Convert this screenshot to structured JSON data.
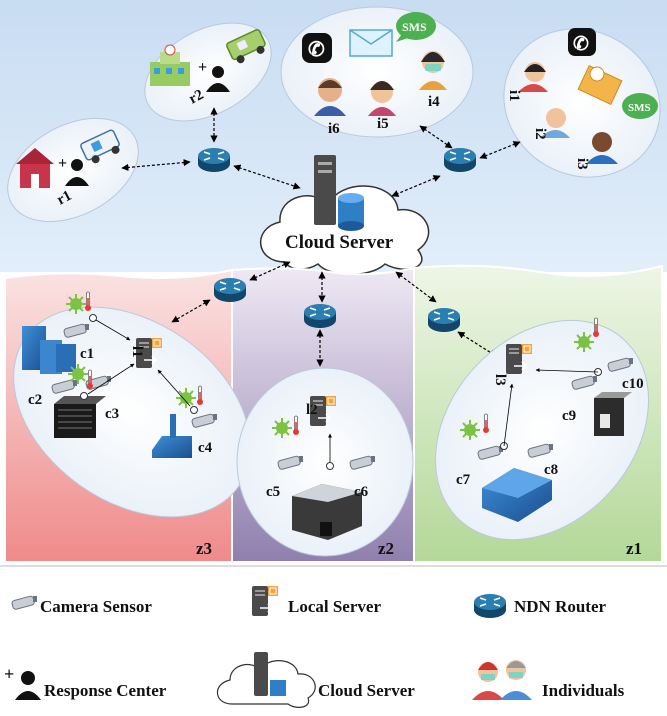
{
  "cloud": {
    "label": "Cloud Server"
  },
  "response_centers": {
    "r1": "r1",
    "r2": "r2"
  },
  "individuals": {
    "i1": "i1",
    "i2": "i2",
    "i3": "i3",
    "i4": "i4",
    "i5": "i5",
    "i6": "i6"
  },
  "message_icons": {
    "sms": "SMS"
  },
  "zones": {
    "z1": "z1",
    "z2": "z2",
    "z3": "z3"
  },
  "local_servers": {
    "l1": "l1",
    "l2": "l2",
    "l3": "l3"
  },
  "cameras": {
    "c1": "c1",
    "c2": "c2",
    "c3": "c3",
    "c4": "c4",
    "c5": "c5",
    "c6": "c6",
    "c7": "c7",
    "c8": "c8",
    "c9": "c9",
    "c10": "c10"
  },
  "legend": {
    "camera": "Camera Sensor",
    "local_server": "Local Server",
    "ndn_router": "NDN Router",
    "response_center": "Response Center",
    "cloud_server": "Cloud Server",
    "individuals": "Individuals"
  },
  "colors": {
    "top_bg": "#d6e6f7",
    "zone3": "#f29b9b",
    "zone2": "#a89ac0",
    "zone1": "#bfe0a4",
    "router": "#1c5f86",
    "server": "#4a4a4a",
    "storage": "#2f7fc6",
    "icon_orange": "#f5a33a"
  }
}
